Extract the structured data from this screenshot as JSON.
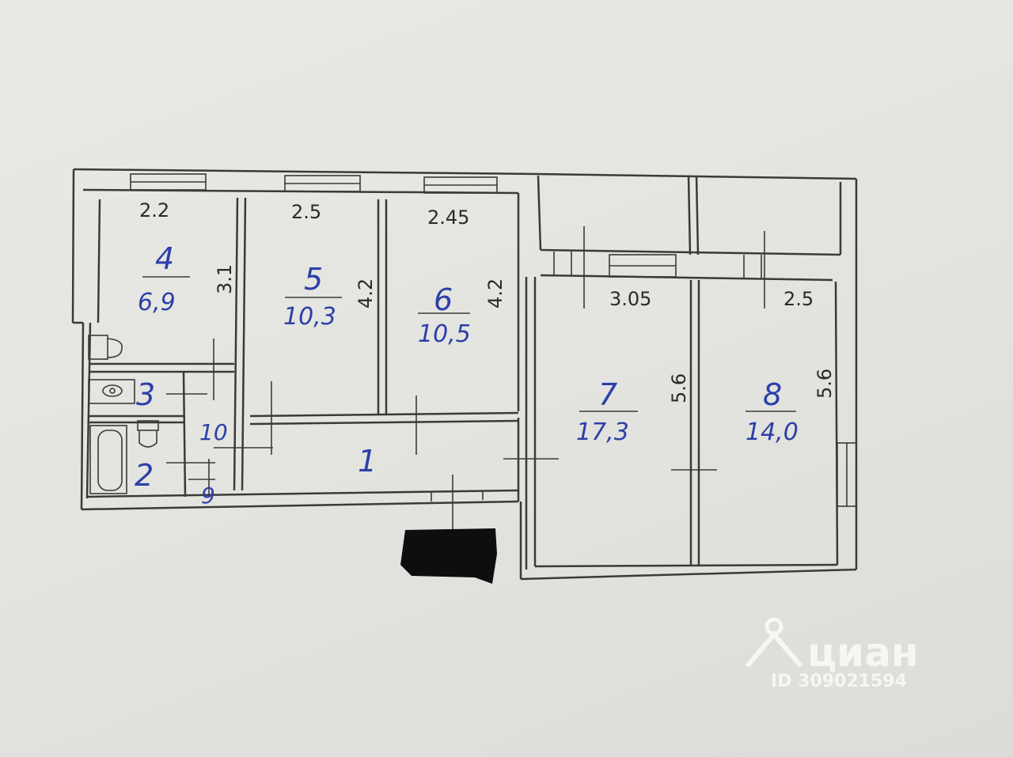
{
  "plan": {
    "rooms": [
      {
        "id": "4",
        "number": "4",
        "area": "6,9",
        "width": "2.2",
        "depth": "3.1"
      },
      {
        "id": "5",
        "number": "5",
        "area": "10,3",
        "width": "2.5",
        "depth": "4.2"
      },
      {
        "id": "6",
        "number": "6",
        "area": "10,5",
        "width": "2.45",
        "depth": "4.2"
      },
      {
        "id": "7",
        "number": "7",
        "area": "17,3",
        "width": "3.05",
        "depth": "5.6"
      },
      {
        "id": "8",
        "number": "8",
        "area": "14,0",
        "width": "2.5",
        "depth": "5.6"
      },
      {
        "id": "1",
        "number": "1"
      },
      {
        "id": "2",
        "number": "2"
      },
      {
        "id": "3",
        "number": "3"
      },
      {
        "id": "9",
        "number": "9"
      },
      {
        "id": "10",
        "number": "10"
      }
    ],
    "colors": {
      "ink": "#3a3a3a",
      "labels": "#2c3fa8",
      "paper": "#e6e6e2"
    }
  },
  "watermark": {
    "brand": "циан",
    "listing_id": "ID 309021594",
    "icon": "location-pin-icon"
  }
}
